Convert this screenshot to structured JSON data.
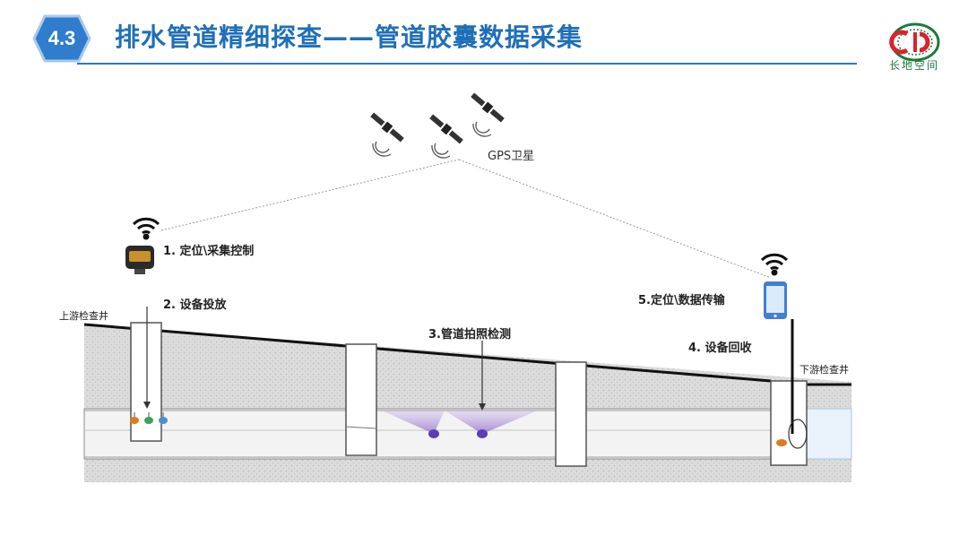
{
  "header": {
    "section_number": "4.3",
    "title": "排水管道精细探查——管道胶囊数据采集"
  },
  "logo": {
    "text": "长地空间"
  },
  "colors": {
    "accent": "#1f6fb8",
    "badge": "#2f7dcc",
    "logo_green": "#1e7a3c",
    "logo_red": "#d9232d",
    "camera_purple": "#8c63c9"
  },
  "diagram": {
    "gps_label": "GPS卫星",
    "step1": "1. 定位\\采集控制",
    "step2": "2. 设备投放",
    "step3": "3.管道拍照检测",
    "step4": "4. 设备回收",
    "step5": "5.定位\\数据传输",
    "upstream_well": "上游检查井",
    "downstream_well": "下游检查井"
  }
}
